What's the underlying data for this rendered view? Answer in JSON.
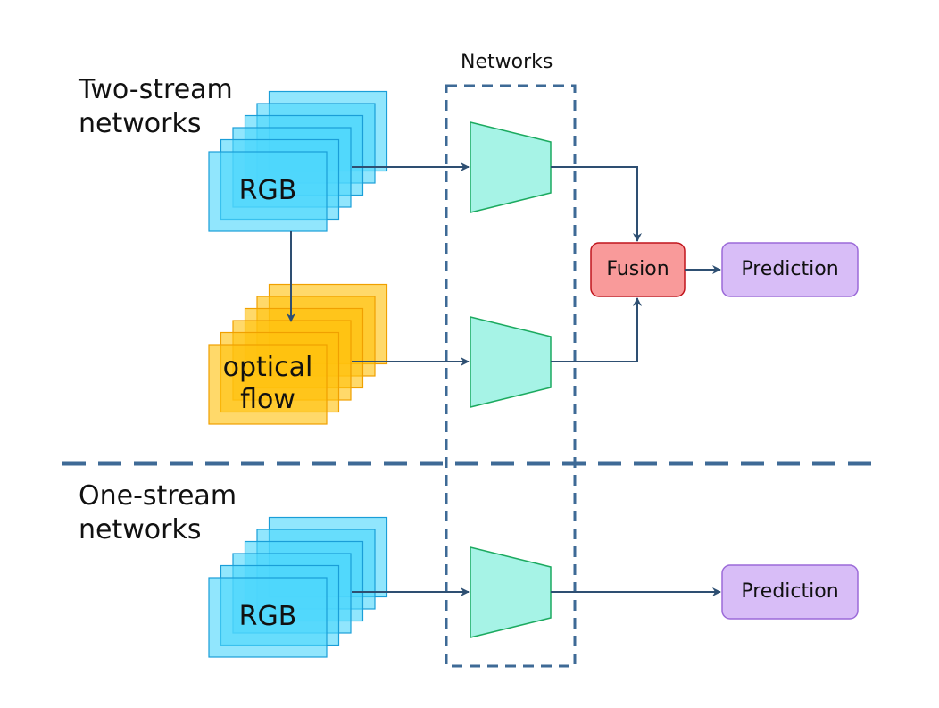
{
  "labels": {
    "two_stream": "Two-stream\nnetworks",
    "one_stream": "One-stream\nnetworks",
    "networks": "Networks",
    "rgb_top": "RGB",
    "optical_flow": "optical\nflow",
    "rgb_bottom": "RGB",
    "fusion": "Fusion",
    "prediction_top": "Prediction",
    "prediction_bottom": "Prediction"
  },
  "colors": {
    "rgb_fill": "#4dd7fb",
    "rgb_stroke": "#1a9ed8",
    "flow_fill": "#ffc20e",
    "flow_stroke": "#f0a000",
    "network_fill": "#a6f3e6",
    "network_stroke": "#1caa60",
    "fusion_fill": "#f99a9a",
    "fusion_stroke": "#c0141c",
    "prediction_fill": "#d8bdf7",
    "prediction_stroke": "#9b6ad8",
    "arrow": "#2e4f72",
    "dash": "#3e6a96"
  }
}
